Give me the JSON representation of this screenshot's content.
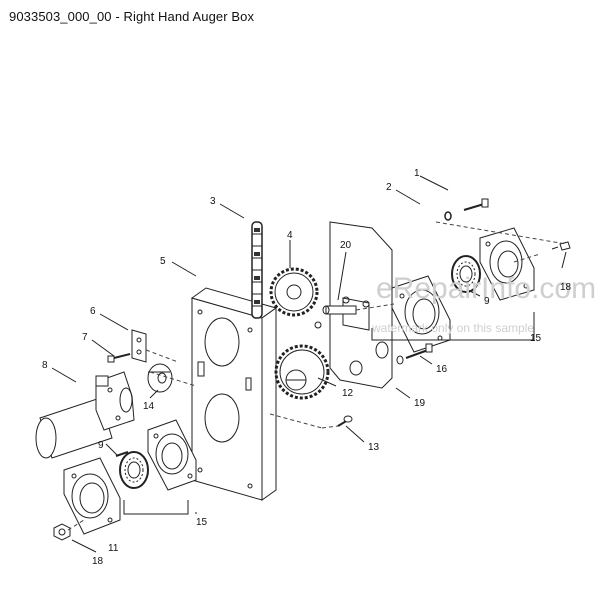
{
  "title": "9033503_000_00 - Right Hand Auger Box",
  "watermark": {
    "brand": "eRepairInfo.com",
    "sample_note": "watermark only on this sample"
  },
  "callouts": {
    "c1": "1",
    "c2": "2",
    "c3": "3",
    "c4": "4",
    "c5": "5",
    "c6": "6",
    "c7": "7",
    "c8": "8",
    "c9a": "9",
    "c9b": "9",
    "c11": "11",
    "c12": "12",
    "c13": "13",
    "c14": "14",
    "c15a": "15",
    "c15b": "15",
    "c16": "16",
    "c18a": "18",
    "c18b": "18",
    "c19": "19",
    "c20": "20"
  }
}
